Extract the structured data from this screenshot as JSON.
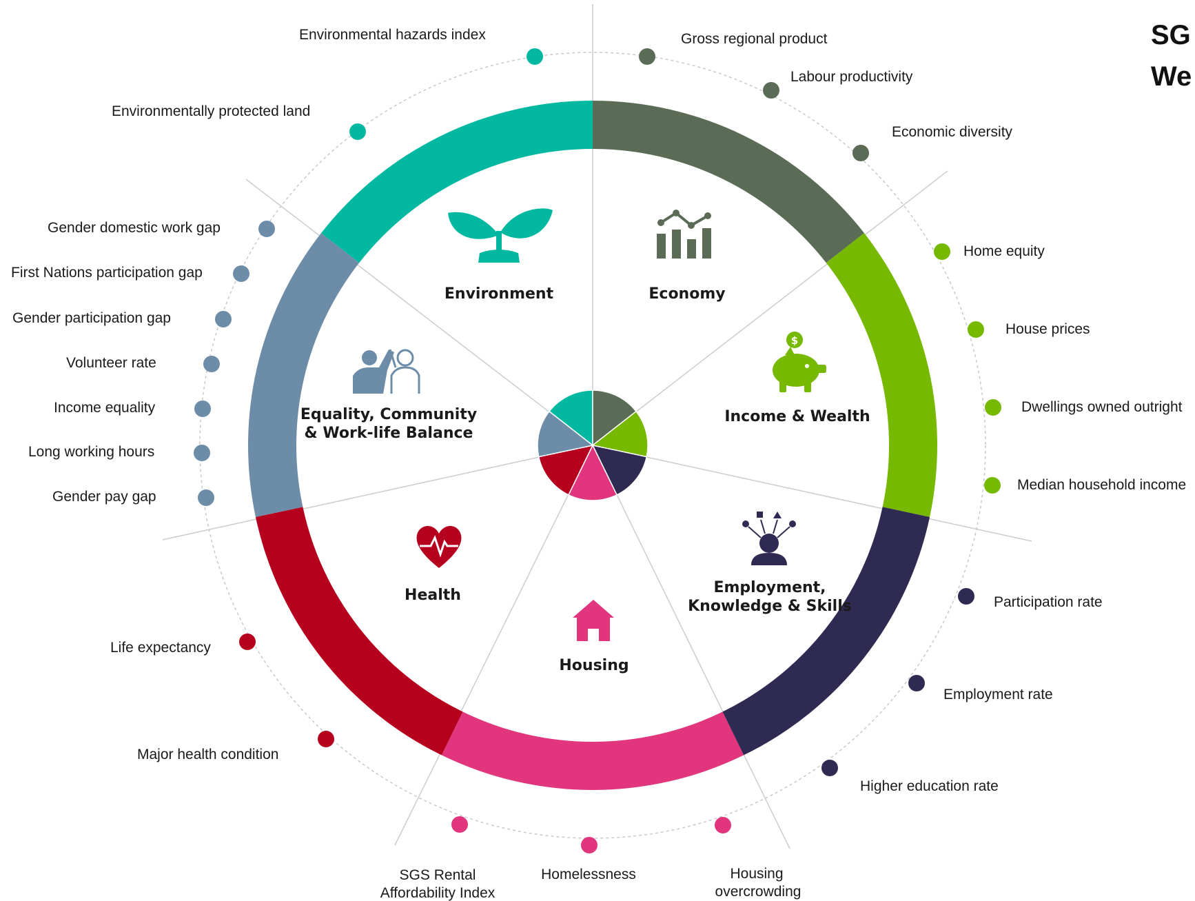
{
  "title": {
    "line1": "SG",
    "line2": "We"
  },
  "sections": {
    "environment": {
      "label": "Environment",
      "color": "#02B8A0",
      "icon": "sprout-icon"
    },
    "economy": {
      "label": "Economy",
      "color": "#5A6B56",
      "icon": "bar-line-chart-icon"
    },
    "income_wealth": {
      "label": "Income & Wealth",
      "color": "#76B900",
      "icon": "piggy-bank-icon"
    },
    "employment": {
      "label_line1": "Employment,",
      "label_line2": "Knowledge & Skills",
      "color": "#2F2A52",
      "icon": "person-ideas-icon"
    },
    "housing": {
      "label": "Housing",
      "color": "#E1367E",
      "icon": "house-icon"
    },
    "health": {
      "label": "Health",
      "color": "#B5001E",
      "icon": "heartbeat-icon"
    },
    "equality": {
      "label_line1": "Equality, Community",
      "label_line2": "& Work-life Balance",
      "color": "#6C8CA8",
      "icon": "people-high-five-icon"
    }
  },
  "indicators": {
    "environment": [
      "Environmental hazards index",
      "Environmentally protected land"
    ],
    "economy": [
      "Gross regional product",
      "Labour productivity",
      "Economic diversity"
    ],
    "income_wealth": [
      "Home equity",
      "House prices",
      "Dwellings owned outright",
      "Median household income"
    ],
    "employment": [
      "Participation rate",
      "Employment rate",
      "Higher education rate"
    ],
    "housing": {
      "rental_line1": "SGS Rental",
      "rental_line2": "Affordability Index",
      "homelessness": "Homelessness",
      "overcrowding_line1": "Housing",
      "overcrowding_line2": "overcrowding"
    },
    "health": [
      "Life expectancy",
      "Major health condition"
    ],
    "equality": [
      "Gender domestic work gap",
      "First Nations participation gap",
      "Gender participation gap",
      "Volunteer rate",
      "Income equality",
      "Long working hours",
      "Gender pay gap"
    ]
  }
}
